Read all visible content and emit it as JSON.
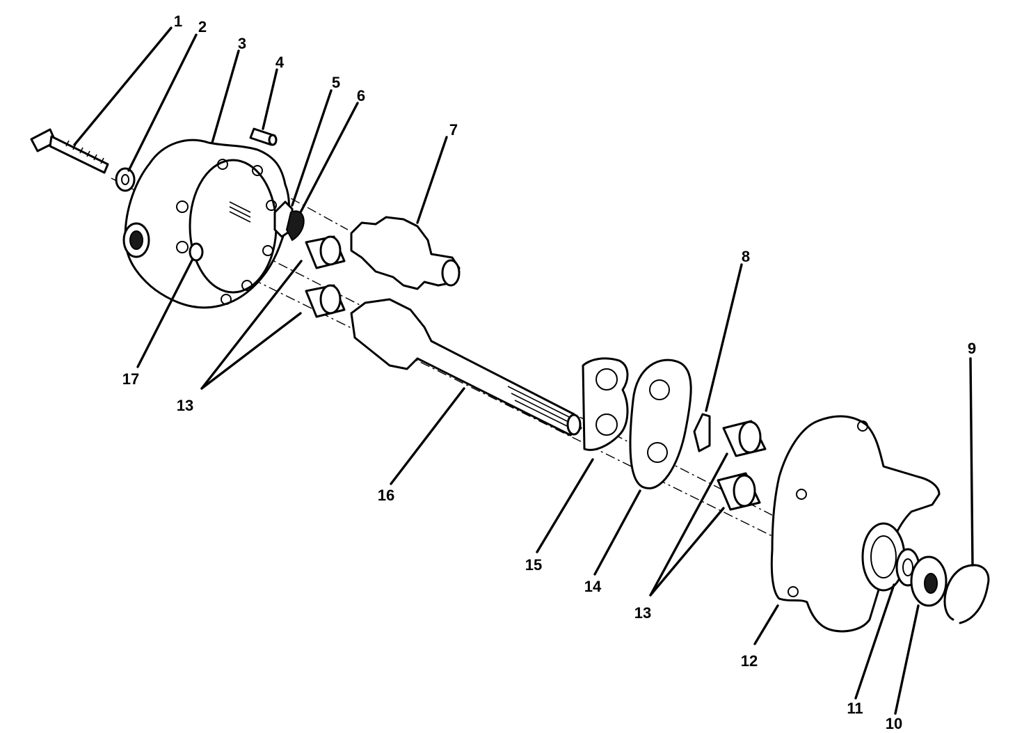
{
  "diagram": {
    "callouts": [
      {
        "id": "c1",
        "text": "1"
      },
      {
        "id": "c2",
        "text": "2"
      },
      {
        "id": "c3",
        "text": "3"
      },
      {
        "id": "c4",
        "text": "4"
      },
      {
        "id": "c5",
        "text": "5"
      },
      {
        "id": "c6",
        "text": "6"
      },
      {
        "id": "c7",
        "text": "7"
      },
      {
        "id": "c8",
        "text": "8"
      },
      {
        "id": "c9",
        "text": "9"
      },
      {
        "id": "c10",
        "text": "10"
      },
      {
        "id": "c11",
        "text": "11"
      },
      {
        "id": "c12",
        "text": "12"
      },
      {
        "id": "c13a",
        "text": "13"
      },
      {
        "id": "c13b",
        "text": "13"
      },
      {
        "id": "c14",
        "text": "14"
      },
      {
        "id": "c15",
        "text": "15"
      },
      {
        "id": "c16",
        "text": "16"
      },
      {
        "id": "c17",
        "text": "17"
      }
    ],
    "colors": {
      "line": "#000000",
      "background": "#ffffff"
    }
  }
}
